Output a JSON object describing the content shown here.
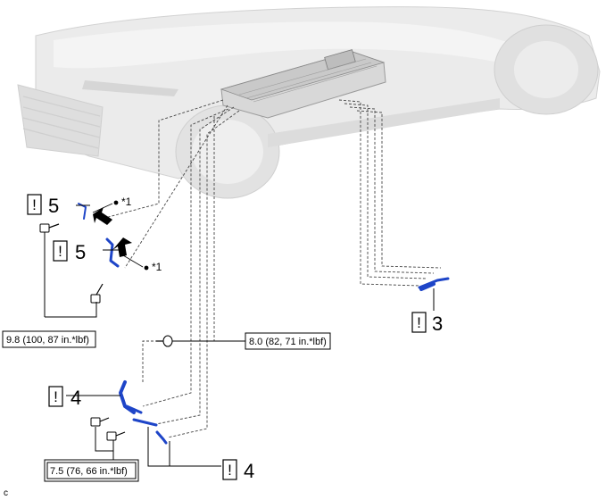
{
  "diagram": {
    "callouts": [
      {
        "id": "callout-5-upper",
        "num": "5",
        "warn": "!"
      },
      {
        "id": "callout-5-lower",
        "num": "5",
        "warn": "!"
      },
      {
        "id": "callout-3",
        "num": "3",
        "warn": "!"
      },
      {
        "id": "callout-4-left",
        "num": "4",
        "warn": "!"
      },
      {
        "id": "callout-4-right",
        "num": "4",
        "warn": "!"
      }
    ],
    "notes": {
      "note_upper": "*1",
      "note_lower": "*1"
    },
    "torque": {
      "t1": "9.8 (100, 87 in.*lbf)",
      "t2": "8.0 (82, 71 in.*lbf)",
      "t3": "7.5 (76, 66 in.*lbf)"
    },
    "corner_mark": "c"
  }
}
